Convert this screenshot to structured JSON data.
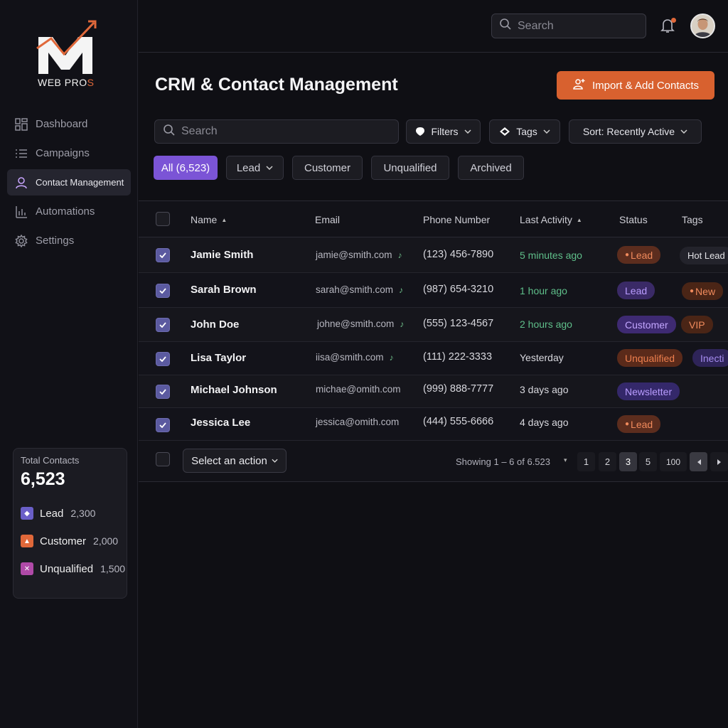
{
  "brand": {
    "logo_text_main": "WEB PRO",
    "logo_text_accent": "S",
    "accent_color": "#d8612f",
    "primary_color": "#7b54d6"
  },
  "sidebar": {
    "items": [
      {
        "label": "Dashboard",
        "icon": "dashboard-icon"
      },
      {
        "label": "Campaigns",
        "icon": "list-icon"
      },
      {
        "label": "Contact Management",
        "icon": "user-icon",
        "active": true
      },
      {
        "label": "Automations",
        "icon": "bar-chart-icon"
      },
      {
        "label": "Settings",
        "icon": "gear-icon"
      }
    ],
    "stats": {
      "title": "Total Contacts",
      "total": "6,523",
      "rows": [
        {
          "label": "Lead",
          "count": "2,300",
          "color": "#6a5fc8"
        },
        {
          "label": "Customer",
          "count": "2,000",
          "color": "#e0683a"
        },
        {
          "label": "Unqualified",
          "count": "1,500",
          "color": "#b04aa8"
        }
      ]
    }
  },
  "topbar": {
    "search_placeholder": "Search"
  },
  "header": {
    "title": "CRM & Contact Management",
    "import_label": "Import & Add Contacts"
  },
  "toolbar": {
    "search_placeholder": "Search",
    "filters_label": "Filters",
    "tags_label": "Tags",
    "sort_label": "Sort: Recently Active"
  },
  "chips": [
    {
      "label": "All (6,523)",
      "active": true
    },
    {
      "label": "Lead"
    },
    {
      "label": "Customer"
    },
    {
      "label": "Unqualified"
    },
    {
      "label": "Archived"
    }
  ],
  "table": {
    "headers": {
      "name": "Name",
      "email": "Email",
      "phone": "Phone Number",
      "activity": "Last Activity",
      "status": "Status",
      "tags": "Tags"
    },
    "rows": [
      {
        "name": "Jamie Smith",
        "email": "jamie@smith.com",
        "phone": "(123) 456-7890",
        "activity": "5 minutes ago",
        "status": "Lead",
        "tag": "Hot Lead"
      },
      {
        "name": "Sarah Brown",
        "email": "sarah@smith.com",
        "phone": "(987) 654-3210",
        "activity": "1 hour ago",
        "status": "Lead",
        "tag": "New"
      },
      {
        "name": "John Doe",
        "email": "johne@smith.com",
        "phone": "(555) 123-4567",
        "activity": "2 hours ago",
        "status": "Customer",
        "tag": "VIP"
      },
      {
        "name": "Lisa Taylor",
        "email": "iisa@smith.com",
        "phone": "(111) 222-3333",
        "activity": "Yesterday",
        "status": "Unqualified",
        "tag": "Inecti"
      },
      {
        "name": "Michael Johnson",
        "email": "michae@omith.com",
        "phone": "(999) 888-7777",
        "activity": "3 days ago",
        "status": "Newsletter",
        "tag": ""
      },
      {
        "name": "Jessica Lee",
        "email": "jessica@omith.com",
        "phone": "(444) 555-6666",
        "activity": "4 days ago",
        "status": "Lead",
        "tag": ""
      }
    ],
    "footer": {
      "action_label": "Select an action",
      "showing": "Showing 1 – 6 of 6.523",
      "pages": [
        "1",
        "2",
        "3",
        "5",
        "100"
      ]
    }
  }
}
